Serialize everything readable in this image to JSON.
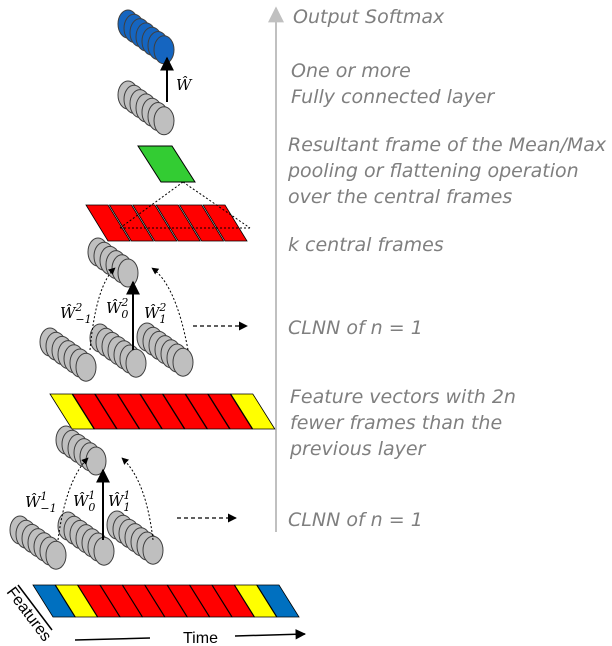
{
  "labels": {
    "output": "Output Softmax",
    "fc_line1": "One or more",
    "fc_line2": "Fully connected layer",
    "pool_line1": "Resultant frame of the Mean/Max",
    "pool_line2": "pooling or flattening operation",
    "pool_line3": "over the central frames",
    "central": "k central frames",
    "clnn_top": "CLNN of n = 1",
    "fv_line1": "Feature vectors with 2n",
    "fv_line2": "fewer frames than the",
    "fv_line3": "previous layer",
    "clnn_bottom": "CLNN of n = 1"
  },
  "weights": {
    "fc": "Ŵ",
    "top_left_base": "Ŵ",
    "top_left_sup": "2",
    "top_left_sub": "−1",
    "top_center_base": "Ŵ",
    "top_center_sup": "2",
    "top_center_sub": "0",
    "top_right_base": "Ŵ",
    "top_right_sup": "2",
    "top_right_sub": "1",
    "bot_left_base": "Ŵ",
    "bot_left_sup": "1",
    "bot_left_sub": "−1",
    "bot_center_base": "Ŵ",
    "bot_center_sup": "1",
    "bot_center_sub": "0",
    "bot_right_base": "Ŵ",
    "bot_right_sup": "1",
    "bot_right_sub": "1"
  },
  "axes": {
    "features": "Features",
    "time": "Time"
  },
  "colors": {
    "red": "#ff0000",
    "yellow": "#ffff00",
    "blue": "#0070c0",
    "green": "#33cc33",
    "node_gray": "#bfbfbf",
    "softmax_blue": "#1565c0",
    "label_gray": "#7f7f7f",
    "arrow_gray": "#c0c0c0"
  },
  "strips": {
    "input": [
      "blue",
      "yellow",
      "red",
      "red",
      "red",
      "red",
      "red",
      "red",
      "red",
      "yellow",
      "blue"
    ],
    "features": [
      "yellow",
      "red",
      "red",
      "red",
      "red",
      "red",
      "red",
      "red",
      "yellow"
    ],
    "central": [
      "red",
      "red",
      "red",
      "red",
      "red",
      "red"
    ]
  }
}
